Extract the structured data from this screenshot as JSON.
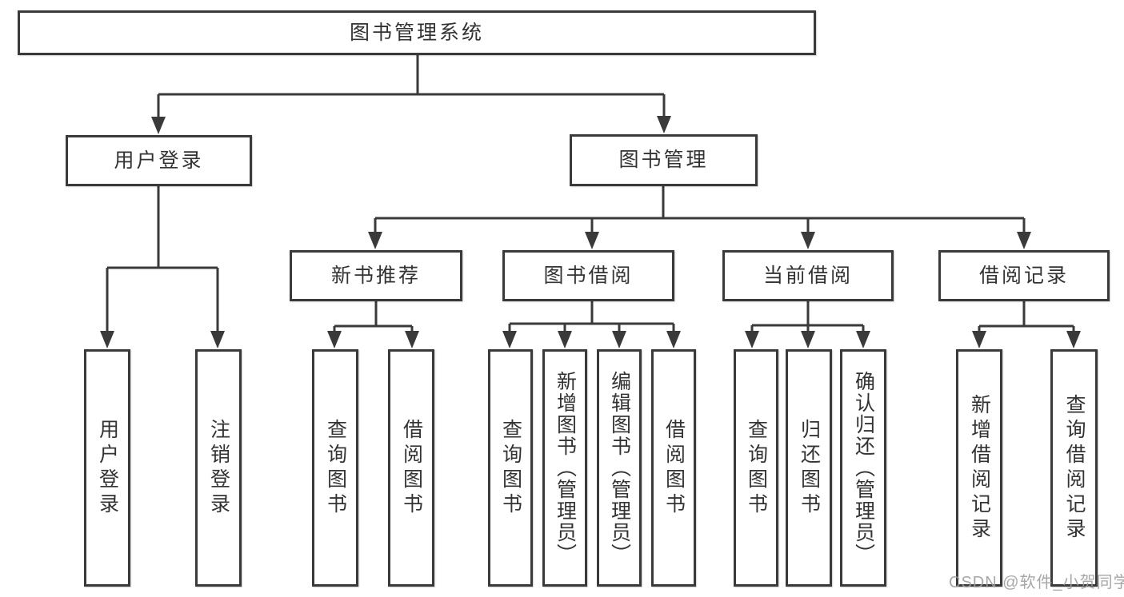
{
  "diagram": {
    "root": {
      "label": "图书管理系统"
    },
    "level2": [
      {
        "label": "用户登录"
      },
      {
        "label": "图书管理"
      }
    ],
    "level3": [
      {
        "label": "新书推荐"
      },
      {
        "label": "图书借阅"
      },
      {
        "label": "当前借阅"
      },
      {
        "label": "借阅记录"
      }
    ],
    "leaves": {
      "login": [
        "用户登录",
        "注销登录"
      ],
      "recommend": [
        "查询图书",
        "借阅图书"
      ],
      "borrow": [
        "查询图书",
        "新增图书（管理员）",
        "编辑图书（管理员）",
        "借阅图书"
      ],
      "current": [
        "查询图书",
        "归还图书",
        "确认归还（管理员）"
      ],
      "records": [
        "新增借阅记录",
        "查询借阅记录"
      ]
    }
  },
  "watermark": {
    "text": "CSDN @软件_小贺同学"
  },
  "colors": {
    "line": "#3a3a3a",
    "text": "#333333",
    "watermark": "#9e9e9e",
    "background": "#ffffff"
  }
}
